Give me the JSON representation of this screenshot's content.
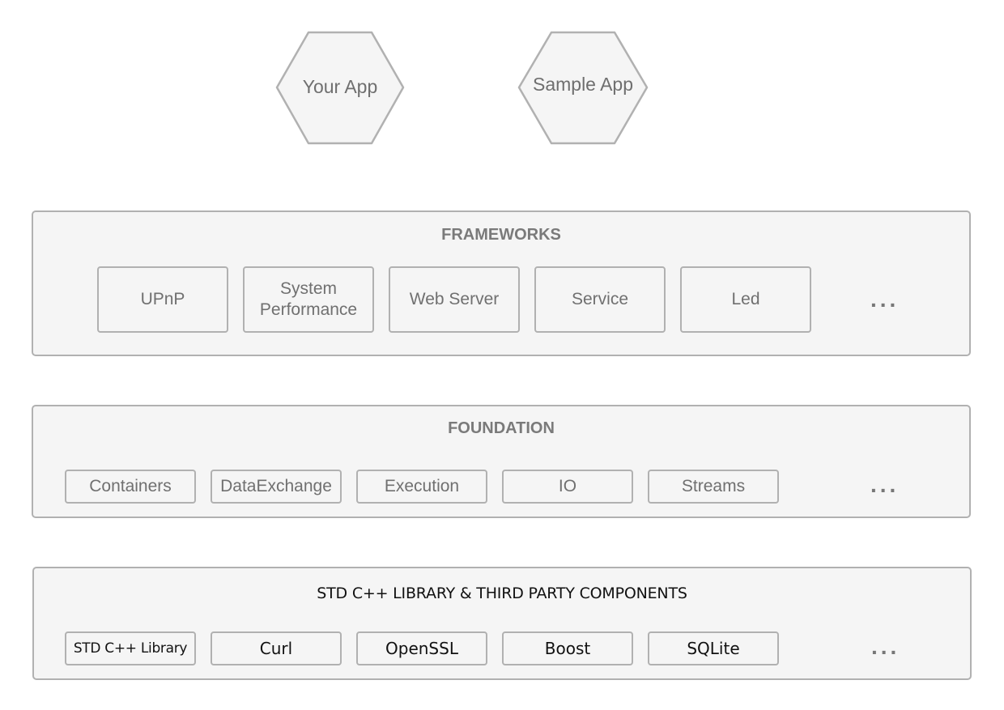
{
  "apps": [
    {
      "label": "Your App"
    },
    {
      "label": "Sample App"
    }
  ],
  "layers": {
    "frameworks": {
      "title": "FRAMEWORKS",
      "modules": [
        "UPnP",
        "System Performance",
        "Web Server",
        "Service",
        "Led"
      ],
      "more": "..."
    },
    "foundation": {
      "title": "FOUNDATION",
      "modules": [
        "Containers",
        "DataExchange",
        "Execution",
        "IO",
        "Streams"
      ],
      "more": "..."
    },
    "third_party": {
      "title": "STD C++ LIBRARY & THIRD PARTY COMPONENTS",
      "modules": [
        "STD C++ Library",
        "Curl",
        "OpenSSL",
        "Boost",
        "SQLite"
      ],
      "more": "..."
    }
  },
  "colors": {
    "box_fill": "#f5f5f5",
    "box_border": "#b1b1b1",
    "label_gray": "#707070",
    "label_dark": "#111111"
  }
}
